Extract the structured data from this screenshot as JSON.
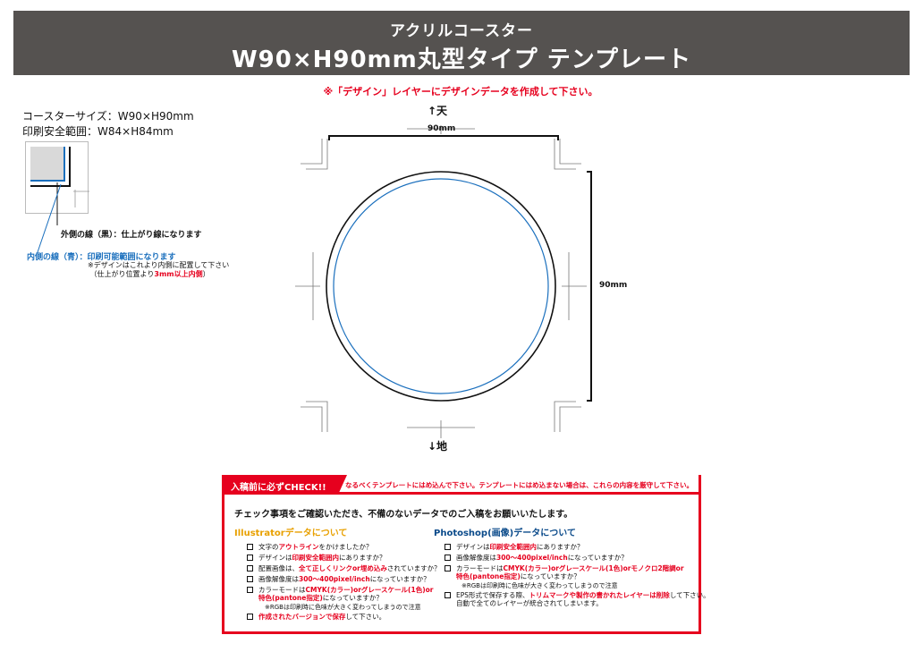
{
  "header": {
    "subtitle": "アクリルコースター",
    "title": "W90×H90mm丸型タイプ テンプレート"
  },
  "notice": "※「デザイン」レイヤーにデザインデータを作成して下さい。",
  "spec": {
    "coaster_size": "コースターサイズ：W90×H90mm",
    "print_area": "印刷安全範囲：W84×H84mm"
  },
  "legend": {
    "outer_line": "外側の線（黒）：仕上がり線になります",
    "inner_line": "内側の線（青）：印刷可能範囲になります",
    "note1": "※デザインはこれより内側に配置して下さい",
    "note2_pre": "（仕上がり位置より",
    "note2_hl": "3mm以上内側",
    "note2_post": "）"
  },
  "template": {
    "top_label": "↑天",
    "bottom_label": "↓地",
    "width_label": "90mm",
    "height_label": "90mm"
  },
  "check": {
    "tab": "入稿前に必ずCHECK!!",
    "message": "なるべくテンプレートにはめ込んで下さい。テンプレートにはめ込まない場合は、これらの内容を厳守して下さい。",
    "intro": "チェック事項をご確認いただき、不備のないデータでのご入稿をお願いいたします。",
    "illustrator_head": "Illustratorデータについて",
    "photoshop_head": "Photoshop(画像)データについて",
    "ai": {
      "i1_a": "文字の",
      "i1_hl": "アウトライン",
      "i1_b": "をかけましたか？",
      "i2_a": "デザインは",
      "i2_hl": "印刷安全範囲内",
      "i2_b": "にありますか？",
      "i3_a": "配置画像は、",
      "i3_hl": "全て正しくリンクor埋め込み",
      "i3_b": "されていますか？",
      "i4_a": "画像解像度は",
      "i4_hl": "300～400pixel/inch",
      "i4_b": "になっていますか？",
      "i5_a": "カラーモードは",
      "i5_hl": "CMYK(カラー)orグレースケール(1色)or",
      "i5_hl2": "特色(pantone指定)",
      "i5_b": "になっていますか？",
      "i5_note": "※RGBは印刷時に色味が大きく変わってしまうので注意",
      "i6_hl": "作成されたバージョンで保存",
      "i6_b": "して下さい。"
    },
    "ps": {
      "i1_a": "デザインは",
      "i1_hl": "印刷安全範囲内",
      "i1_b": "にありますか？",
      "i2_a": "画像解像度は",
      "i2_hl": "300～400pixel/inch",
      "i2_b": "になっていますか？",
      "i3_a": "カラーモードは",
      "i3_hl": "CMYK(カラー)orグレースケール(1色)orモノクロ2階調or",
      "i3_hl2": "特色(pantone指定)",
      "i3_b": "になっていますか？",
      "i3_note": "※RGBは印刷時に色味が大きく変わってしまうので注意",
      "i4_a": "EPS形式で保存する際、",
      "i4_hl": "トリムマークや製作の書かれたレイヤーは削除",
      "i4_b": "して下さい。",
      "i4_c": "自動で全てのレイヤーが統合されてしまいます。"
    }
  }
}
